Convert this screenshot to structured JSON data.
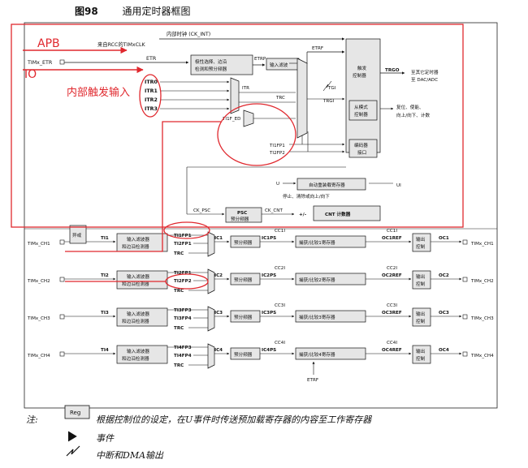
{
  "figure": {
    "number": "图98",
    "title": "通用定时器框图"
  },
  "annotations": {
    "apb": "APB",
    "io": "IO",
    "internal_trigger": "内部触发输入"
  },
  "signals": {
    "internal_clock": "内部时钟 (CK_INT)",
    "from_rcc": "来自RCC的TIMxCLK",
    "timx_etr": "TIMx_ETR",
    "etr": "ETR",
    "etrp": "ETRP",
    "etrf": "ETRF",
    "itr0": "ITR0",
    "itr1": "ITR1",
    "itr2": "ITR2",
    "itr3": "ITR3",
    "itr": "ITR",
    "trc": "TRC",
    "ti1f_ed": "TI1F_ED",
    "tgi": "TGI",
    "trgi": "TRGI",
    "ti1fp1": "TI1FP1",
    "ti2fp2": "TI2FP2",
    "trgo": "TRGO",
    "trgo_dest": "至其它定时器\n至 DAC/ADC",
    "trgo_dest_1": "至其它定时器",
    "trgo_dest_2": "至 DAC/ADC",
    "slave_desc_1": "复位、使能、",
    "slave_desc_2": "向上/向下、计数",
    "ck_psc": "CK_PSC",
    "ck_cnt": "CK_CNT",
    "u": "U",
    "ui": "UI",
    "stop_clear": "停止、清除或向上/向下",
    "plus_minus": "+/-",
    "etrf_bottom": "ETRF"
  },
  "blocks": {
    "polarity": "极性选择、边沿\n检测和预分频器",
    "polarity_1": "极性选择、边沿",
    "polarity_2": "检测和预分频器",
    "input_filter": "输入滤波",
    "trigger_ctrl_1": "触发",
    "trigger_ctrl_2": "控制器",
    "slave_1": "从模式",
    "slave_2": "控制器",
    "encoder_1": "编码器",
    "encoder_2": "接口",
    "auto_reload": "自动重装载寄存器",
    "psc": "PSC",
    "psc_sub": "预分频器",
    "cnt": "CNT 计数器",
    "xor": "异或",
    "prescaler": "预分频器",
    "filter_edge_1": "输入滤波器",
    "filter_edge_2": "和边沿检测器",
    "output_ctrl_1": "输出",
    "output_ctrl_2": "控制"
  },
  "channels": [
    {
      "pin_in": "TIMx_CH1",
      "ti": "TI1",
      "fp_a": "TI1FP1",
      "fp_b": "TI2FP1",
      "trc": "TRC",
      "ic": "IC1",
      "icps": "IC1PS",
      "cci": "CC1I",
      "capture": "捕获/比较1寄存器",
      "ocref": "OC1REF",
      "oc": "OC1",
      "pin_out": "TIMx_CH1"
    },
    {
      "pin_in": "TIMx_CH2",
      "ti": "TI2",
      "fp_a": "TI2FP1",
      "fp_b": "TI2FP2",
      "trc": "TRC",
      "ic": "IC2",
      "icps": "IC2PS",
      "cci": "CC2I",
      "capture": "捕获/比较2寄存器",
      "ocref": "OC2REF",
      "oc": "OC2",
      "pin_out": "TIMx_CH2"
    },
    {
      "pin_in": "TIMx_CH3",
      "ti": "TI3",
      "fp_a": "TI3FP3",
      "fp_b": "TI3FP4",
      "trc": "TRC",
      "ic": "IC3",
      "icps": "IC3PS",
      "cci": "CC3I",
      "capture": "捕获/比较3寄存器",
      "ocref": "OC3REF",
      "oc": "OC3",
      "pin_out": "TIMx_CH3"
    },
    {
      "pin_in": "TIMx_CH4",
      "ti": "TI4",
      "fp_a": "TI4FP3",
      "fp_b": "TI4FP4",
      "trc": "TRC",
      "ic": "IC4",
      "icps": "IC4PS",
      "cci": "CC4I",
      "capture": "捕获/比较4寄存器",
      "ocref": "OC4REF",
      "oc": "OC4",
      "pin_out": "TIMx_CH4"
    }
  ],
  "legend": {
    "note_label": "注:",
    "reg_box": "Reg",
    "reg_desc": "根据控制位的设定，在U事件时传送预加载寄存器的内容至工作寄存器",
    "event": "事件",
    "interrupt_dma": "中断和DMA输出"
  },
  "colors": {
    "annotation": "#e0282e",
    "line": "#111111",
    "block_fill": "#e6e6e6"
  }
}
